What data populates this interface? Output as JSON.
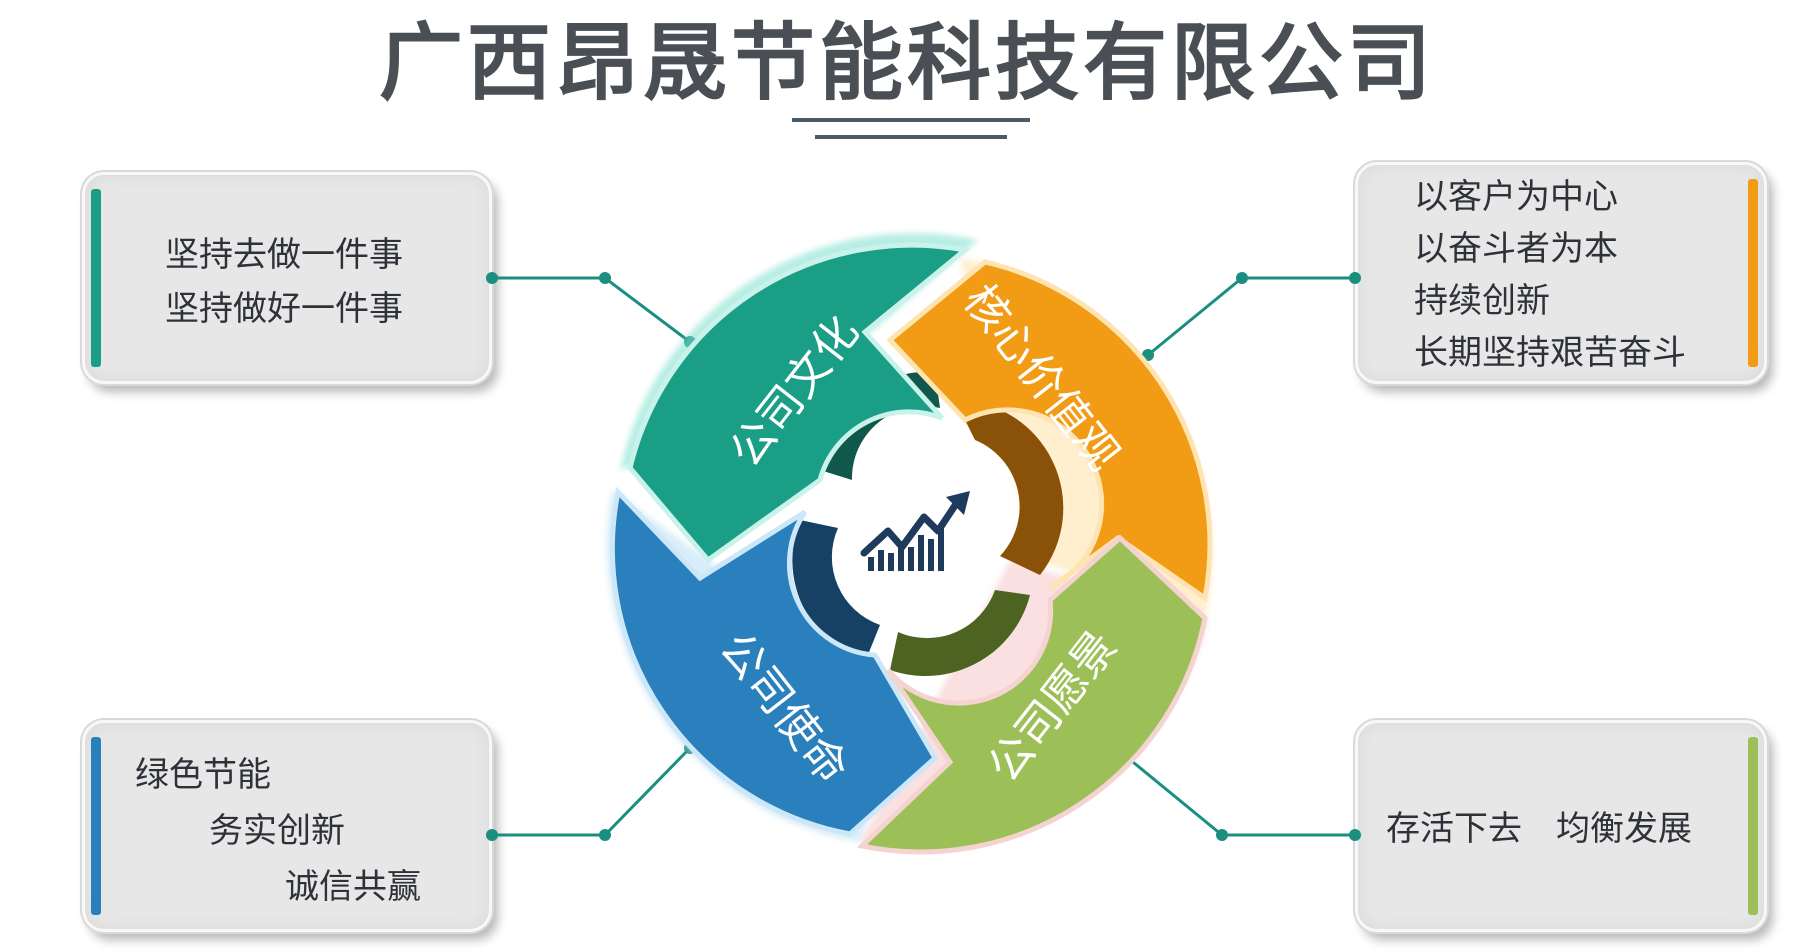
{
  "title": "广西昂晟节能科技有限公司",
  "colors": {
    "culture": "#1a9e86",
    "values": "#f29b14",
    "mission": "#2a7fbd",
    "vision": "#9cbf58",
    "connector": "#1a8f80",
    "title": "#4a4f55"
  },
  "segments": {
    "culture": "公司文化",
    "values": "核心价值观",
    "mission": "公司使命",
    "vision": "公司愿景"
  },
  "center_icon": "growth-chart-icon",
  "boxes": {
    "culture": {
      "lines": [
        "坚持去做一件事",
        "坚持做好一件事"
      ]
    },
    "values": {
      "lines": [
        "以客户为中心",
        "以奋斗者为本",
        "持续创新",
        "长期坚持艰苦奋斗"
      ]
    },
    "mission": {
      "lines": [
        "绿色节能",
        "务实创新",
        "诚信共赢"
      ]
    },
    "vision": {
      "text": "存活下去　均衡发展"
    }
  }
}
